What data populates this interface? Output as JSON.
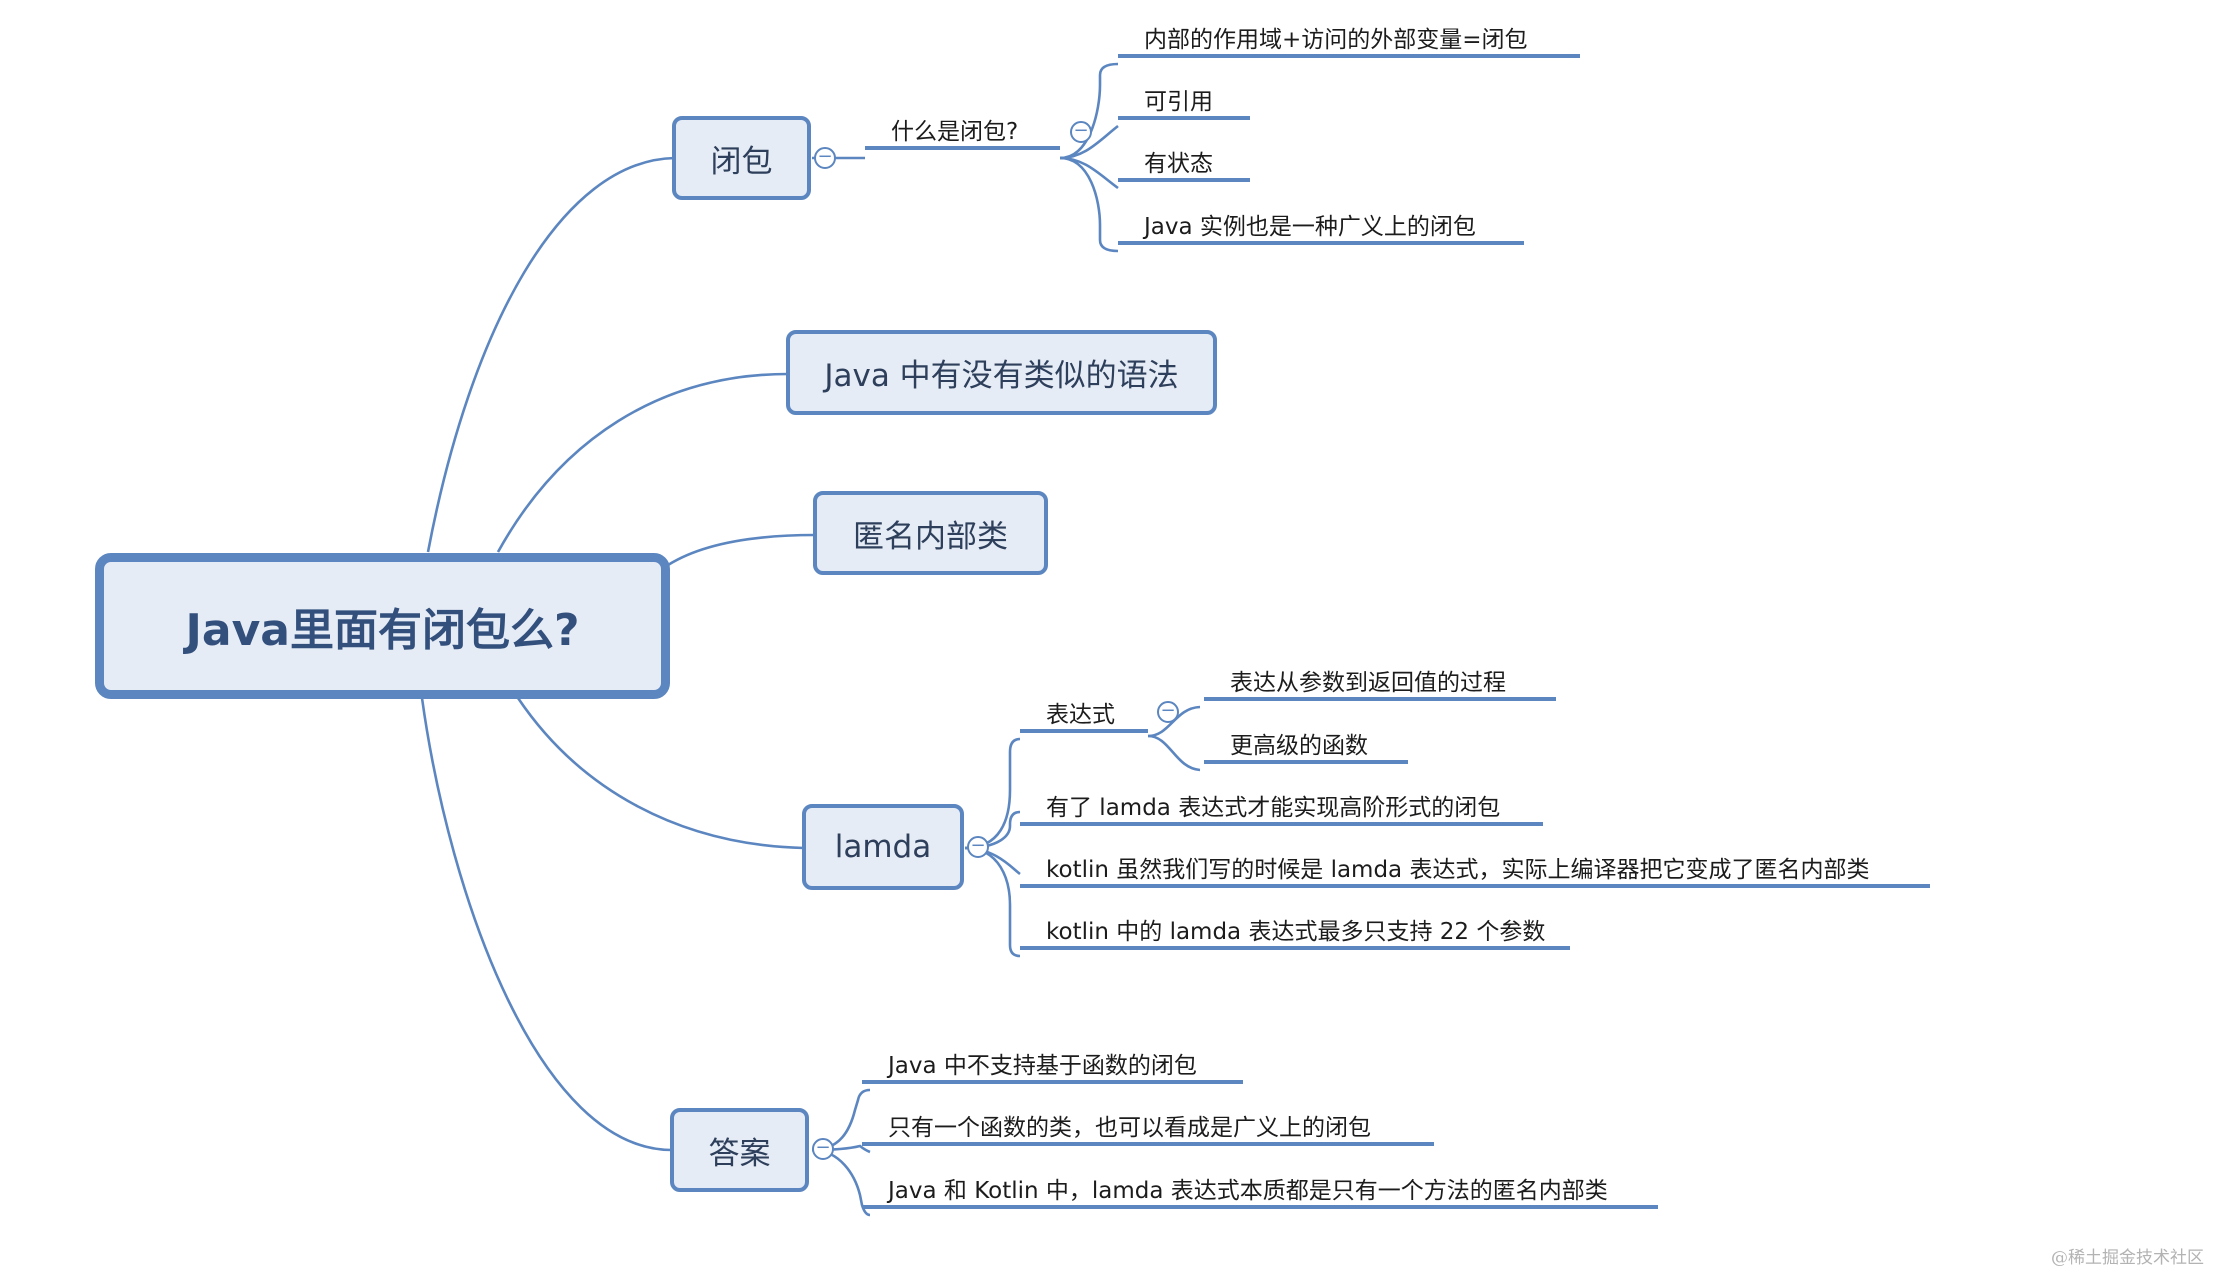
{
  "root": "Java里面有闭包么?",
  "branches": {
    "closure": {
      "label": "闭包",
      "sub": "什么是闭包?",
      "items": [
        "内部的作用域+访问的外部变量=闭包",
        "可引用",
        "有状态",
        "Java 实例也是一种广义上的闭包"
      ]
    },
    "syntax": {
      "label": "Java 中有没有类似的语法"
    },
    "anon": {
      "label": "匿名内部类"
    },
    "lamda": {
      "label": "lamda",
      "expr": {
        "label": "表达式",
        "items": [
          "表达从参数到返回值的过程",
          "更高级的函数"
        ]
      },
      "items": [
        "有了 lamda 表达式才能实现高阶形式的闭包",
        "kotlin 虽然我们写的时候是 lamda 表达式，实际上编译器把它变成了匿名内部类",
        "kotlin 中的 lamda 表达式最多只支持 22 个参数"
      ]
    },
    "answer": {
      "label": "答案",
      "items": [
        "Java 中不支持基于函数的闭包",
        "只有一个函数的类，也可以看成是广义上的闭包",
        "Java 和 Kotlin 中，lamda 表达式本质都是只有一个方法的匿名内部类"
      ]
    }
  },
  "toggle_symbol": "−",
  "watermark": "@稀土掘金技术社区",
  "colors": {
    "line": "#5c86c0",
    "node_fill": "#e6ecf6",
    "root_text": "#33507d"
  }
}
